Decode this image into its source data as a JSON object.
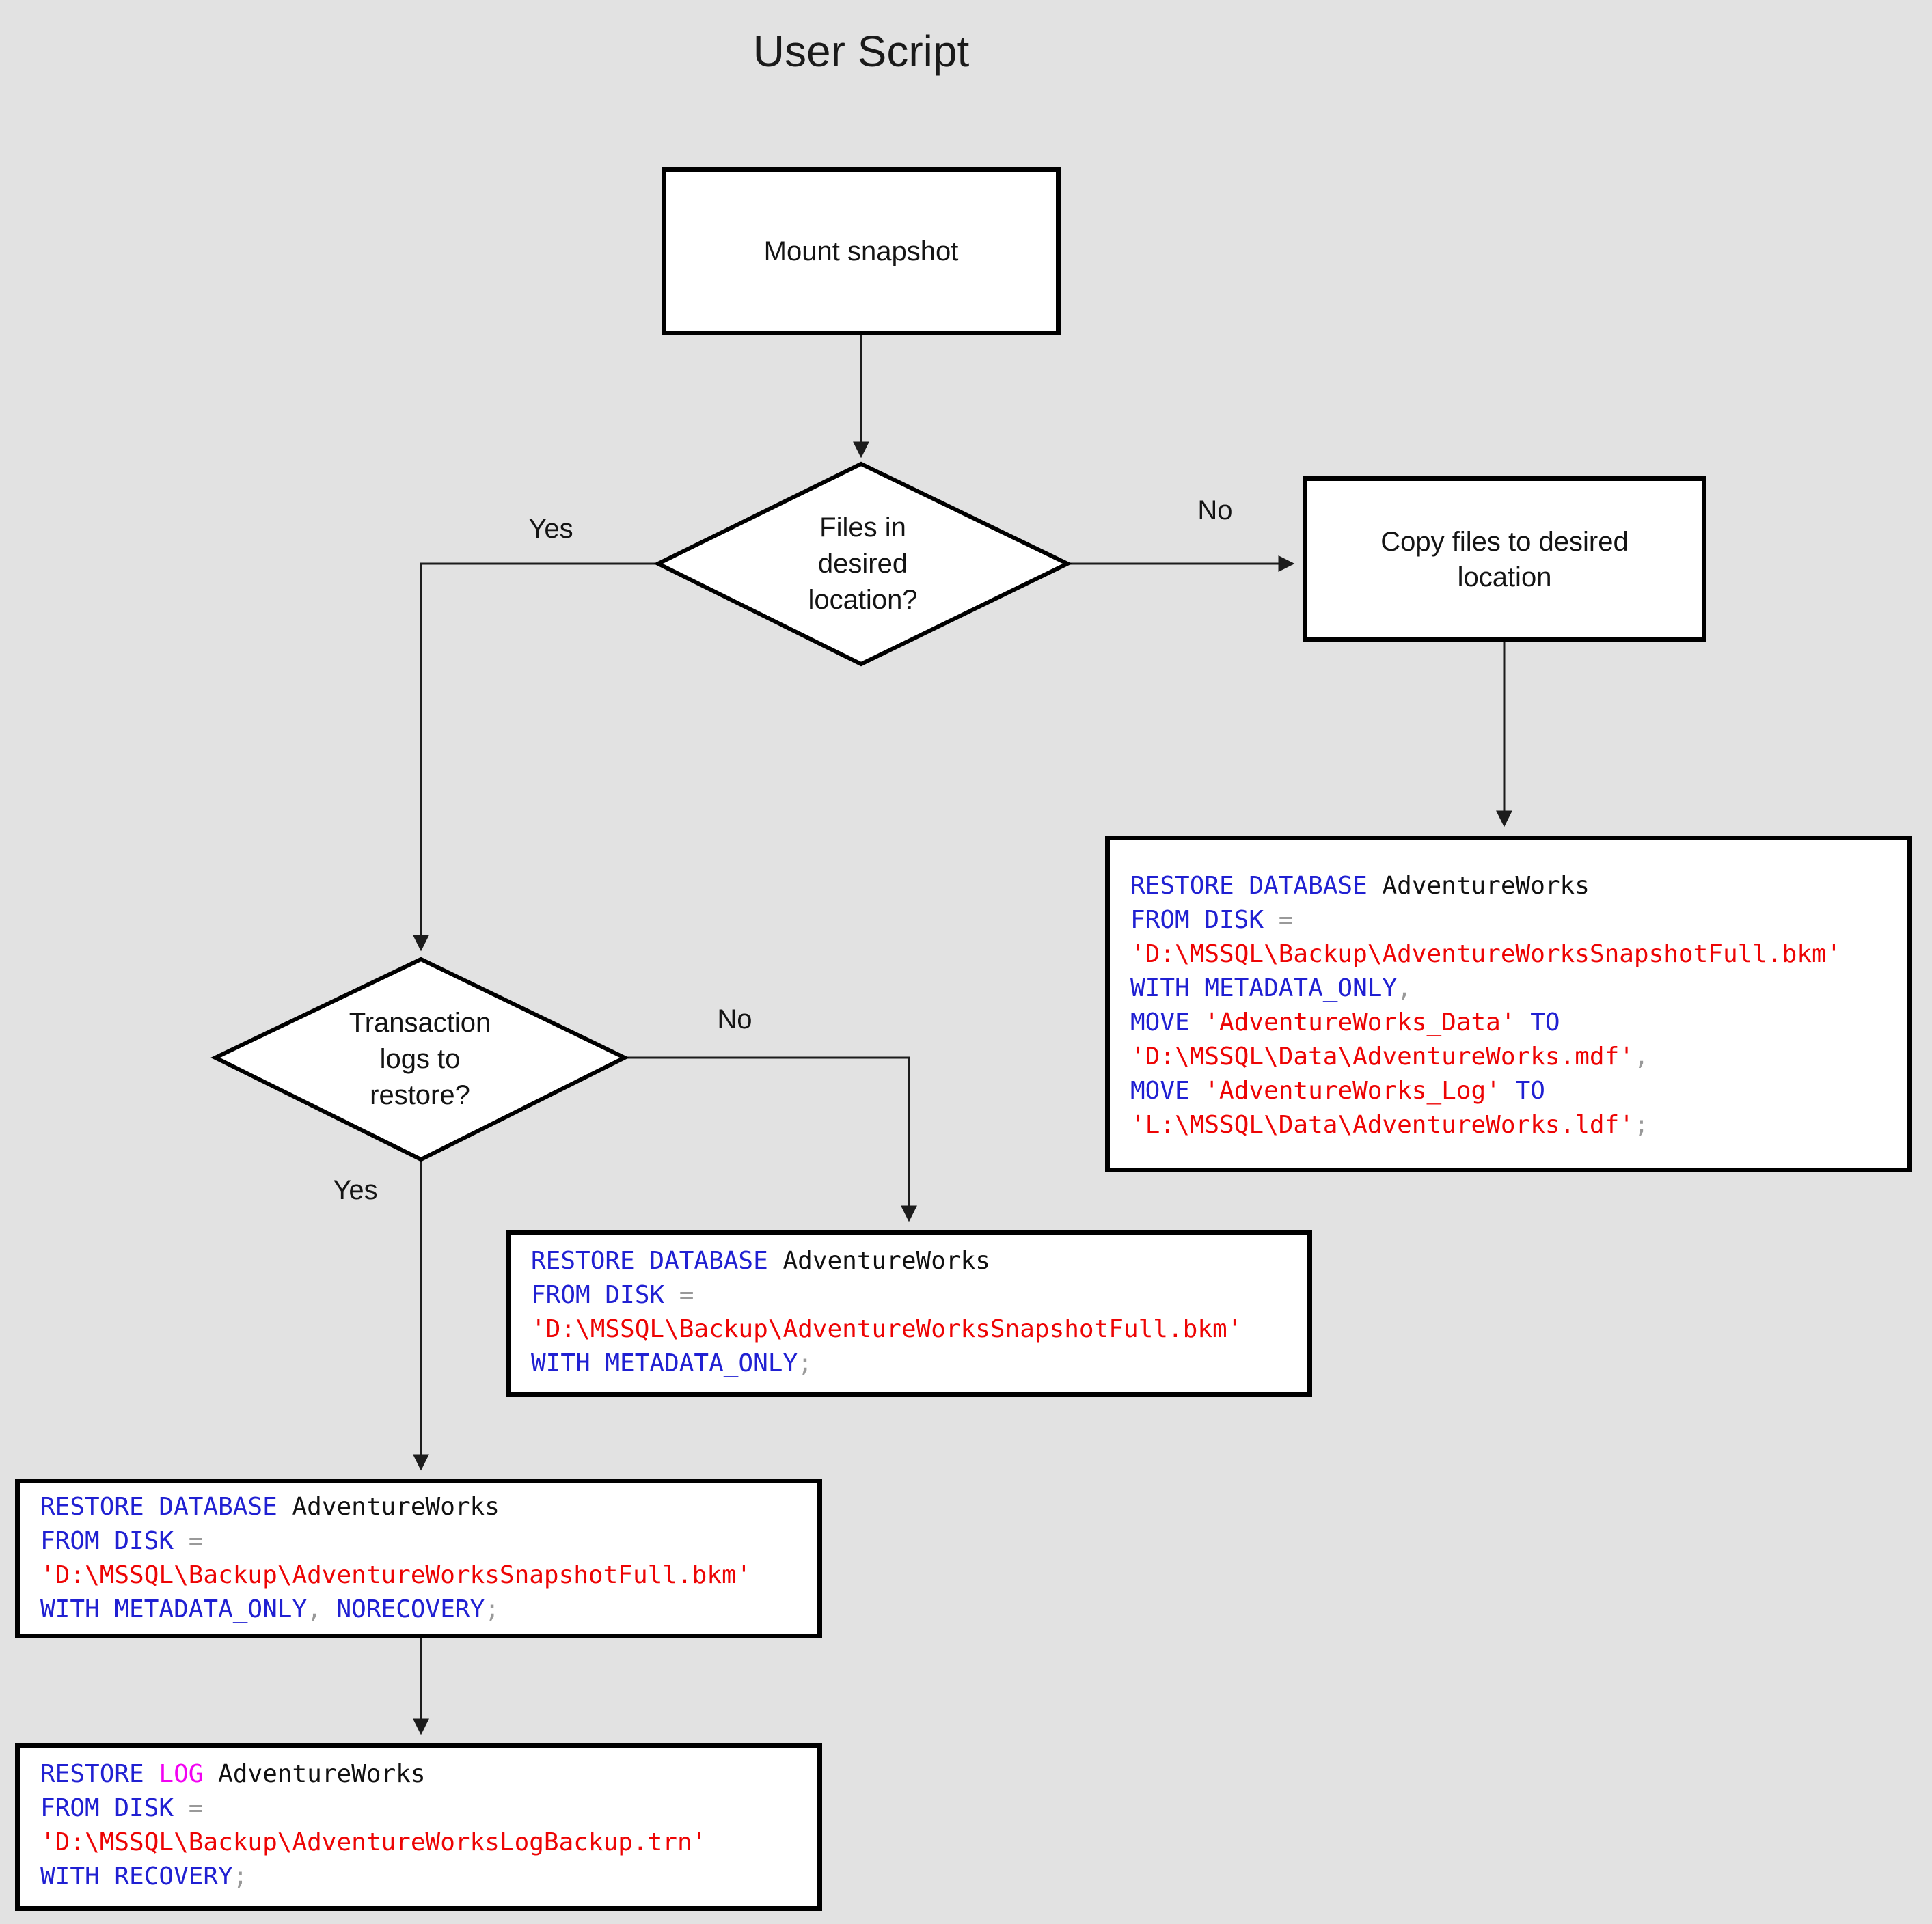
{
  "title": "User Script",
  "colors": {
    "background": "#e2e2e2",
    "shape_fill": "#ffffff",
    "shape_border": "#000000",
    "sql_keyword_blue": "#2020d2",
    "sql_string_red": "#ed0404",
    "sql_log_magenta": "#f202f2",
    "sql_punct_gray": "#999999",
    "sql_identifier_black": "#111111"
  },
  "nodes": {
    "mount": {
      "label": "Mount snapshot"
    },
    "files_decision": {
      "lines": [
        "Files in",
        "desired",
        "location?"
      ]
    },
    "copy": {
      "lines": [
        "Copy files to desired",
        "location"
      ]
    },
    "logs_decision": {
      "lines": [
        "Transaction",
        "logs to",
        "restore?"
      ]
    }
  },
  "edge_labels": {
    "files_yes": "Yes",
    "files_no": "No",
    "logs_yes": "Yes",
    "logs_no": "No"
  },
  "code_boxes": {
    "copy_path_restore": {
      "lines": [
        [
          {
            "t": "RESTORE DATABASE ",
            "c": "kw"
          },
          {
            "t": "AdventureWorks",
            "c": "id"
          }
        ],
        [
          {
            "t": "FROM DISK ",
            "c": "kw"
          },
          {
            "t": "=",
            "c": "pu"
          }
        ],
        [
          {
            "t": "'D:\\MSSQL\\Backup\\AdventureWorksSnapshotFull.bkm'",
            "c": "st"
          }
        ],
        [
          {
            "t": "WITH METADATA_ONLY",
            "c": "kw"
          },
          {
            "t": ",",
            "c": "pu"
          }
        ],
        [
          {
            "t": "MOVE ",
            "c": "kw"
          },
          {
            "t": "'AdventureWorks_Data'",
            "c": "st"
          },
          {
            "t": " ",
            "c": "id"
          },
          {
            "t": "TO",
            "c": "kw"
          }
        ],
        [
          {
            "t": "'D:\\MSSQL\\Data\\AdventureWorks.mdf'",
            "c": "st"
          },
          {
            "t": ",",
            "c": "pu"
          }
        ],
        [
          {
            "t": "MOVE ",
            "c": "kw"
          },
          {
            "t": "'AdventureWorks_Log'",
            "c": "st"
          },
          {
            "t": " ",
            "c": "id"
          },
          {
            "t": "TO",
            "c": "kw"
          }
        ],
        [
          {
            "t": "'L:\\MSSQL\\Data\\AdventureWorks.ldf'",
            "c": "st"
          },
          {
            "t": ";",
            "c": "pu"
          }
        ]
      ]
    },
    "no_logs_restore": {
      "lines": [
        [
          {
            "t": "RESTORE DATABASE ",
            "c": "kw"
          },
          {
            "t": "AdventureWorks",
            "c": "id"
          }
        ],
        [
          {
            "t": "FROM DISK ",
            "c": "kw"
          },
          {
            "t": "=",
            "c": "pu"
          }
        ],
        [
          {
            "t": "'D:\\MSSQL\\Backup\\AdventureWorksSnapshotFull.bkm'",
            "c": "st"
          }
        ],
        [
          {
            "t": "WITH METADATA_ONLY",
            "c": "kw"
          },
          {
            "t": ";",
            "c": "pu"
          }
        ]
      ]
    },
    "yes_logs_norecovery": {
      "lines": [
        [
          {
            "t": "RESTORE DATABASE ",
            "c": "kw"
          },
          {
            "t": "AdventureWorks",
            "c": "id"
          }
        ],
        [
          {
            "t": "FROM DISK ",
            "c": "kw"
          },
          {
            "t": "=",
            "c": "pu"
          }
        ],
        [
          {
            "t": "'D:\\MSSQL\\Backup\\AdventureWorksSnapshotFull.bkm'",
            "c": "st"
          }
        ],
        [
          {
            "t": "WITH METADATA_ONLY",
            "c": "kw"
          },
          {
            "t": ", ",
            "c": "pu"
          },
          {
            "t": "NORECOVERY",
            "c": "kw"
          },
          {
            "t": ";",
            "c": "pu"
          }
        ]
      ]
    },
    "restore_log": {
      "lines": [
        [
          {
            "t": "RESTORE ",
            "c": "kw"
          },
          {
            "t": "LOG",
            "c": "log"
          },
          {
            "t": " AdventureWorks",
            "c": "id"
          }
        ],
        [
          {
            "t": "FROM DISK ",
            "c": "kw"
          },
          {
            "t": "=",
            "c": "pu"
          }
        ],
        [
          {
            "t": "'D:\\MSSQL\\Backup\\AdventureWorksLogBackup.trn'",
            "c": "st"
          }
        ],
        [
          {
            "t": "WITH RECOVERY",
            "c": "kw"
          },
          {
            "t": ";",
            "c": "pu"
          }
        ]
      ]
    }
  }
}
